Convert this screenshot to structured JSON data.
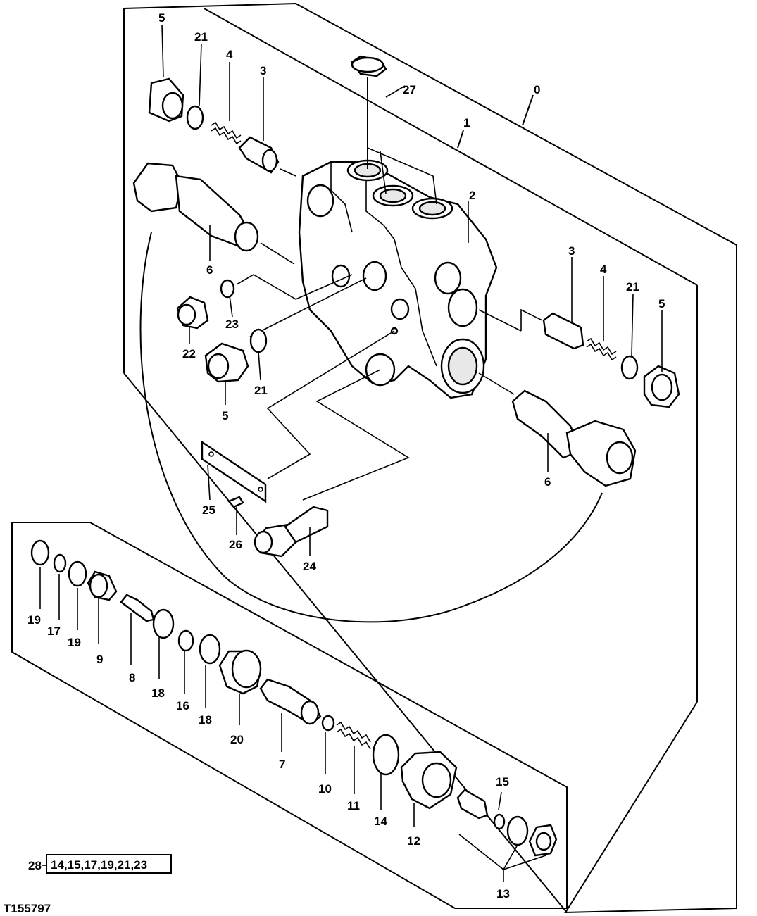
{
  "figure_id": "T155797",
  "kit": {
    "number": "28",
    "contents": "14,15,17,19,21,23"
  },
  "callouts": {
    "c0": "0",
    "c1": "1",
    "c2": "2",
    "c27": "27",
    "c5_top": "5",
    "c21_top": "21",
    "c4_top": "4",
    "c3_top": "3",
    "c6_left": "6",
    "c23": "23",
    "c22": "22",
    "c21_mid": "21",
    "c5_mid": "5",
    "c3_right": "3",
    "c4_right": "4",
    "c21_right": "21",
    "c5_right": "5",
    "c6_right": "6",
    "c25": "25",
    "c26": "26",
    "c24": "24",
    "c19a": "19",
    "c17": "17",
    "c19b": "19",
    "c9": "9",
    "c8": "8",
    "c18a": "18",
    "c16": "16",
    "c18b": "18",
    "c20": "20",
    "c7": "7",
    "c10": "10",
    "c11": "11",
    "c14": "14",
    "c12": "12",
    "c15": "15",
    "c13": "13"
  }
}
